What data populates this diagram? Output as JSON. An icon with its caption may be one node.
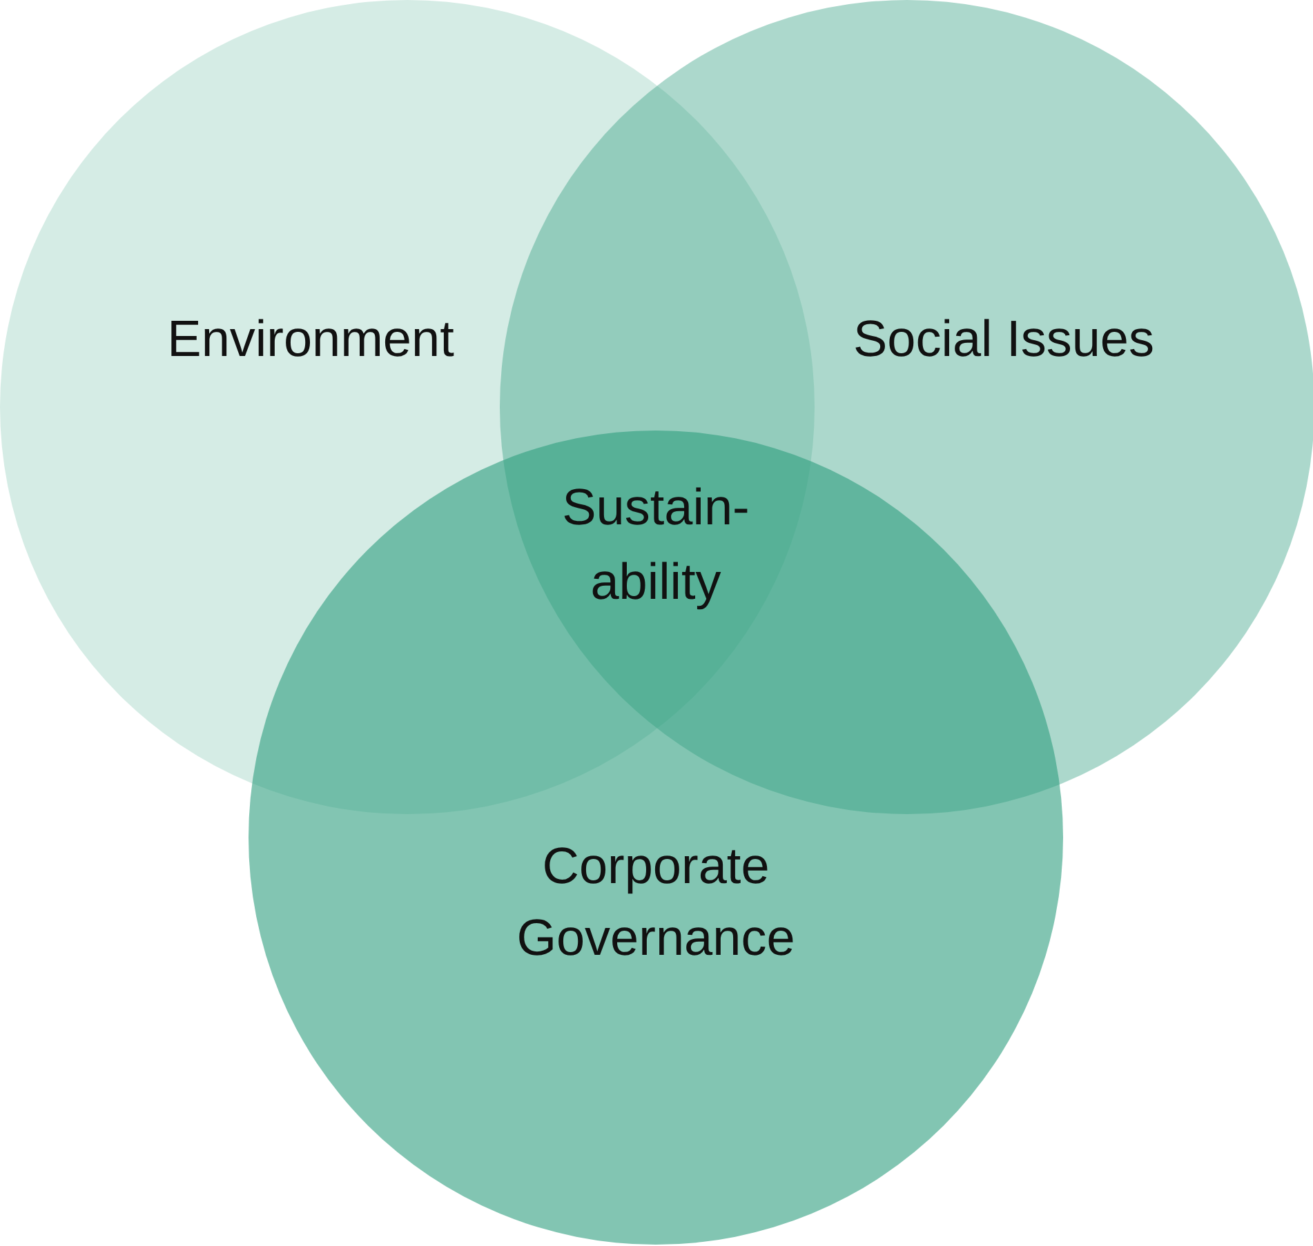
{
  "diagram": {
    "nodes": [
      {
        "text": [
          "Environment"
        ]
      },
      {
        "text": [
          "Social Issues"
        ]
      },
      {
        "text": [
          "Corporate Governance"
        ]
      }
    ],
    "labels": [
      "Sustain- ability"
    ]
  }
}
